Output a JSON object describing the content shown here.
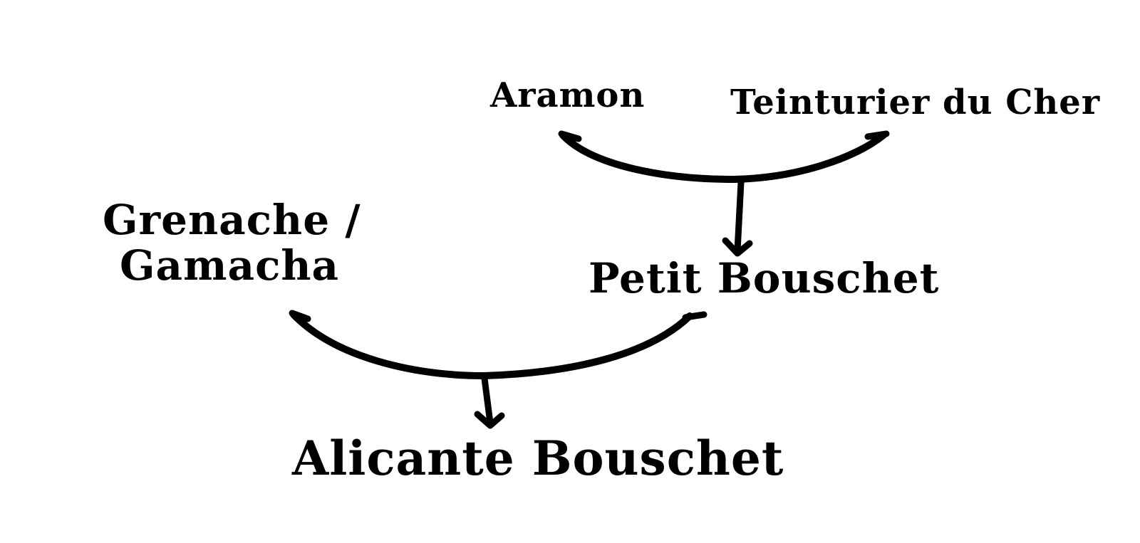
{
  "diagram": {
    "nodes": {
      "aramon": {
        "label": "Aramon"
      },
      "teinturier": {
        "label": "Teinturier du Cher"
      },
      "grenache": {
        "label_line1": "Grenache /",
        "label_line2": "Gamacha"
      },
      "petit_bouschet": {
        "label": "Petit Bouschet"
      },
      "alicante_bouschet": {
        "label": "Alicante Bouschet"
      }
    },
    "edges": [
      {
        "from": [
          "Aramon",
          "Teinturier du Cher"
        ],
        "to": "Petit Bouschet"
      },
      {
        "from": [
          "Grenache / Gamacha",
          "Petit Bouschet"
        ],
        "to": "Alicante Bouschet"
      }
    ],
    "colors": {
      "ink": "#000000",
      "background": "#ffffff"
    }
  }
}
